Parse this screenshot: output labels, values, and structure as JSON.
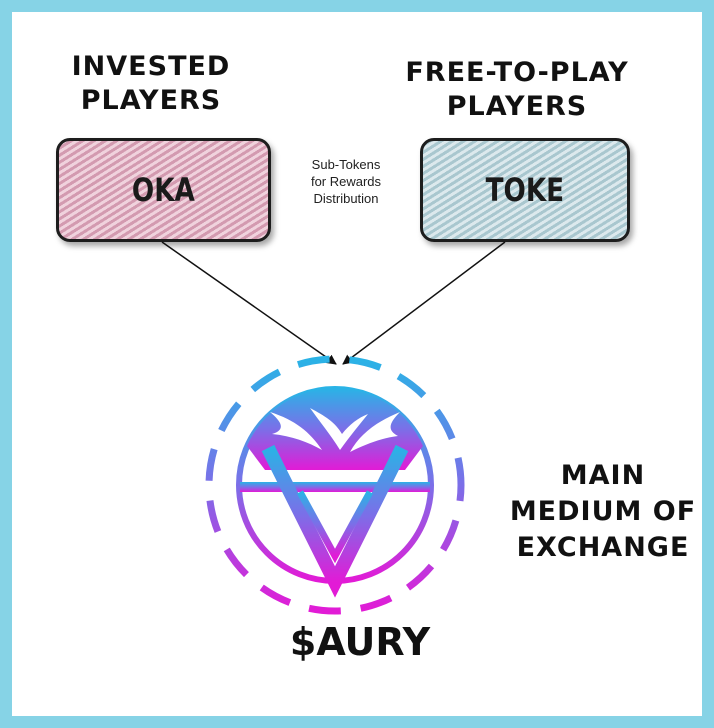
{
  "headings": {
    "invested": [
      "INVESTED",
      "PLAYERS"
    ],
    "free_to_play": [
      "FREE-TO-PLAY",
      "PLAYERS"
    ],
    "main_medium": [
      "MAIN",
      "MEDIUM OF",
      "EXCHANGE"
    ]
  },
  "tokens": {
    "oka": "OKA",
    "toke": "TOKE"
  },
  "sub_tokens_note": [
    "Sub-Tokens",
    "for Rewards",
    "Distribution"
  ],
  "main_token": "$AURY",
  "colors": {
    "frame": "#86d3e6",
    "oka_box": "#d39ab0",
    "toke_box": "#a9c7cf",
    "logo_top": "#2ab3e6",
    "logo_bottom": "#e21bd6"
  }
}
